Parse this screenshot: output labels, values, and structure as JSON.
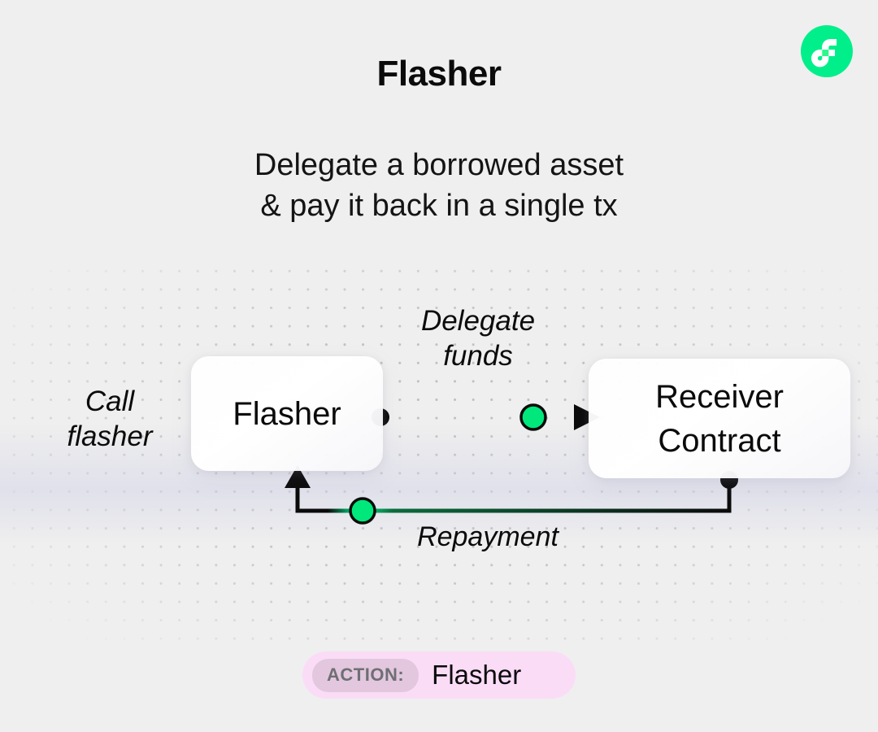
{
  "meta": {
    "background_color": "#efefef",
    "accent_green": "#00ef8b",
    "dot_color": "#b9b9b9",
    "badge_bg": "#fbdcf7",
    "badge_tag_bg": "#e2c7de"
  },
  "header": {
    "title": "Flasher",
    "subtitle_line1": "Delegate a borrowed asset",
    "subtitle_line2": "& pay it back in a single tx",
    "logo_name": "flow-logo-icon"
  },
  "diagram": {
    "type": "flow",
    "nodes": [
      {
        "id": "flasher",
        "label": "Flasher"
      },
      {
        "id": "receiver",
        "label_line1": "Receiver",
        "label_line2": "Contract"
      }
    ],
    "labels": {
      "call_line1": "Call",
      "call_line2": "flasher",
      "delegate_line1": "Delegate",
      "delegate_line2": "funds",
      "repayment": "Repayment"
    },
    "edges": [
      {
        "id": "delegate",
        "from": "flasher",
        "to": "receiver",
        "label": "Delegate funds",
        "direction": "right"
      },
      {
        "id": "repayment",
        "from": "receiver",
        "to": "flasher",
        "label": "Repayment",
        "direction": "up"
      }
    ]
  },
  "action": {
    "tag": "ACTION:",
    "value": "Flasher"
  }
}
